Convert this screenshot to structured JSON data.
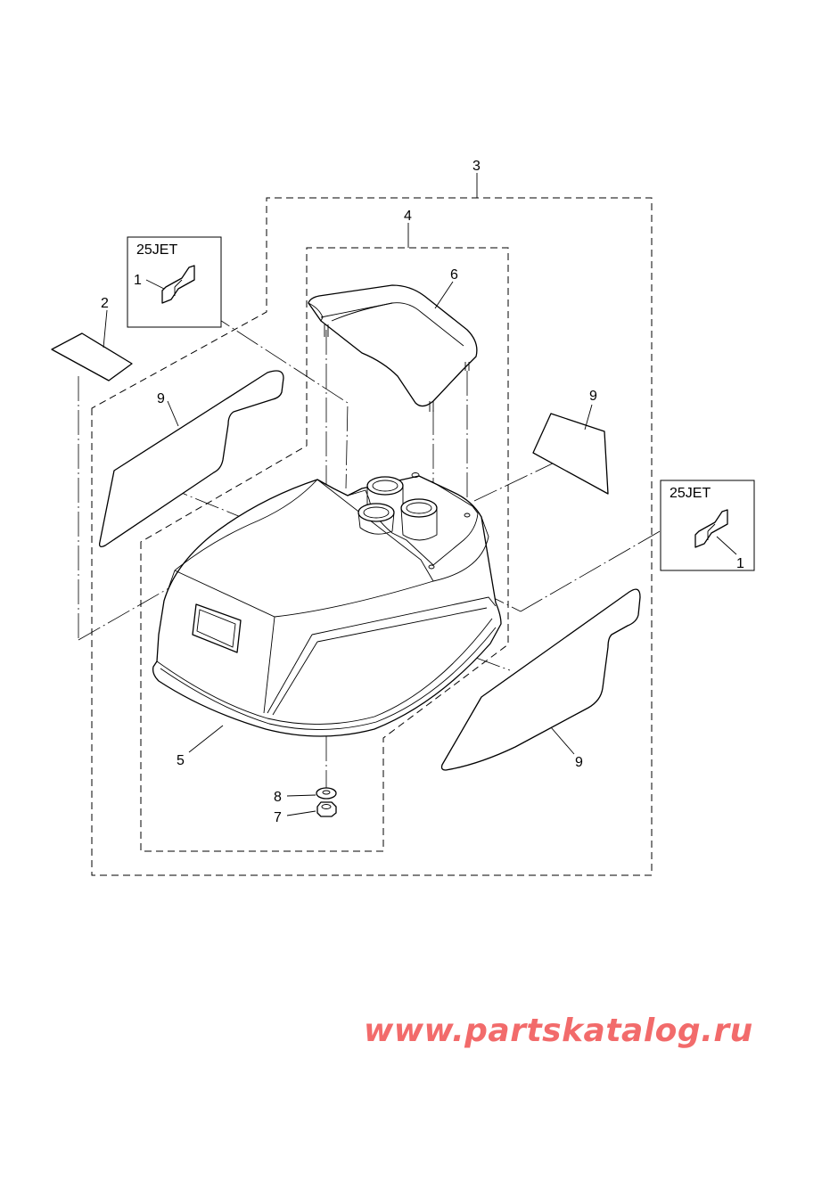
{
  "callouts": {
    "c1a": "1",
    "c1b": "1",
    "c2": "2",
    "c3": "3",
    "c4": "4",
    "c5": "5",
    "c6": "6",
    "c7": "7",
    "c8": "8",
    "c9a": "9",
    "c9b": "9",
    "c9c": "9"
  },
  "model_boxes": {
    "left": "25JET",
    "right": "25JET"
  },
  "watermark": {
    "text": "www.partskatalog.ru",
    "color": "#f26b6b"
  },
  "colors": {
    "line": "#000000",
    "background": "#ffffff"
  }
}
